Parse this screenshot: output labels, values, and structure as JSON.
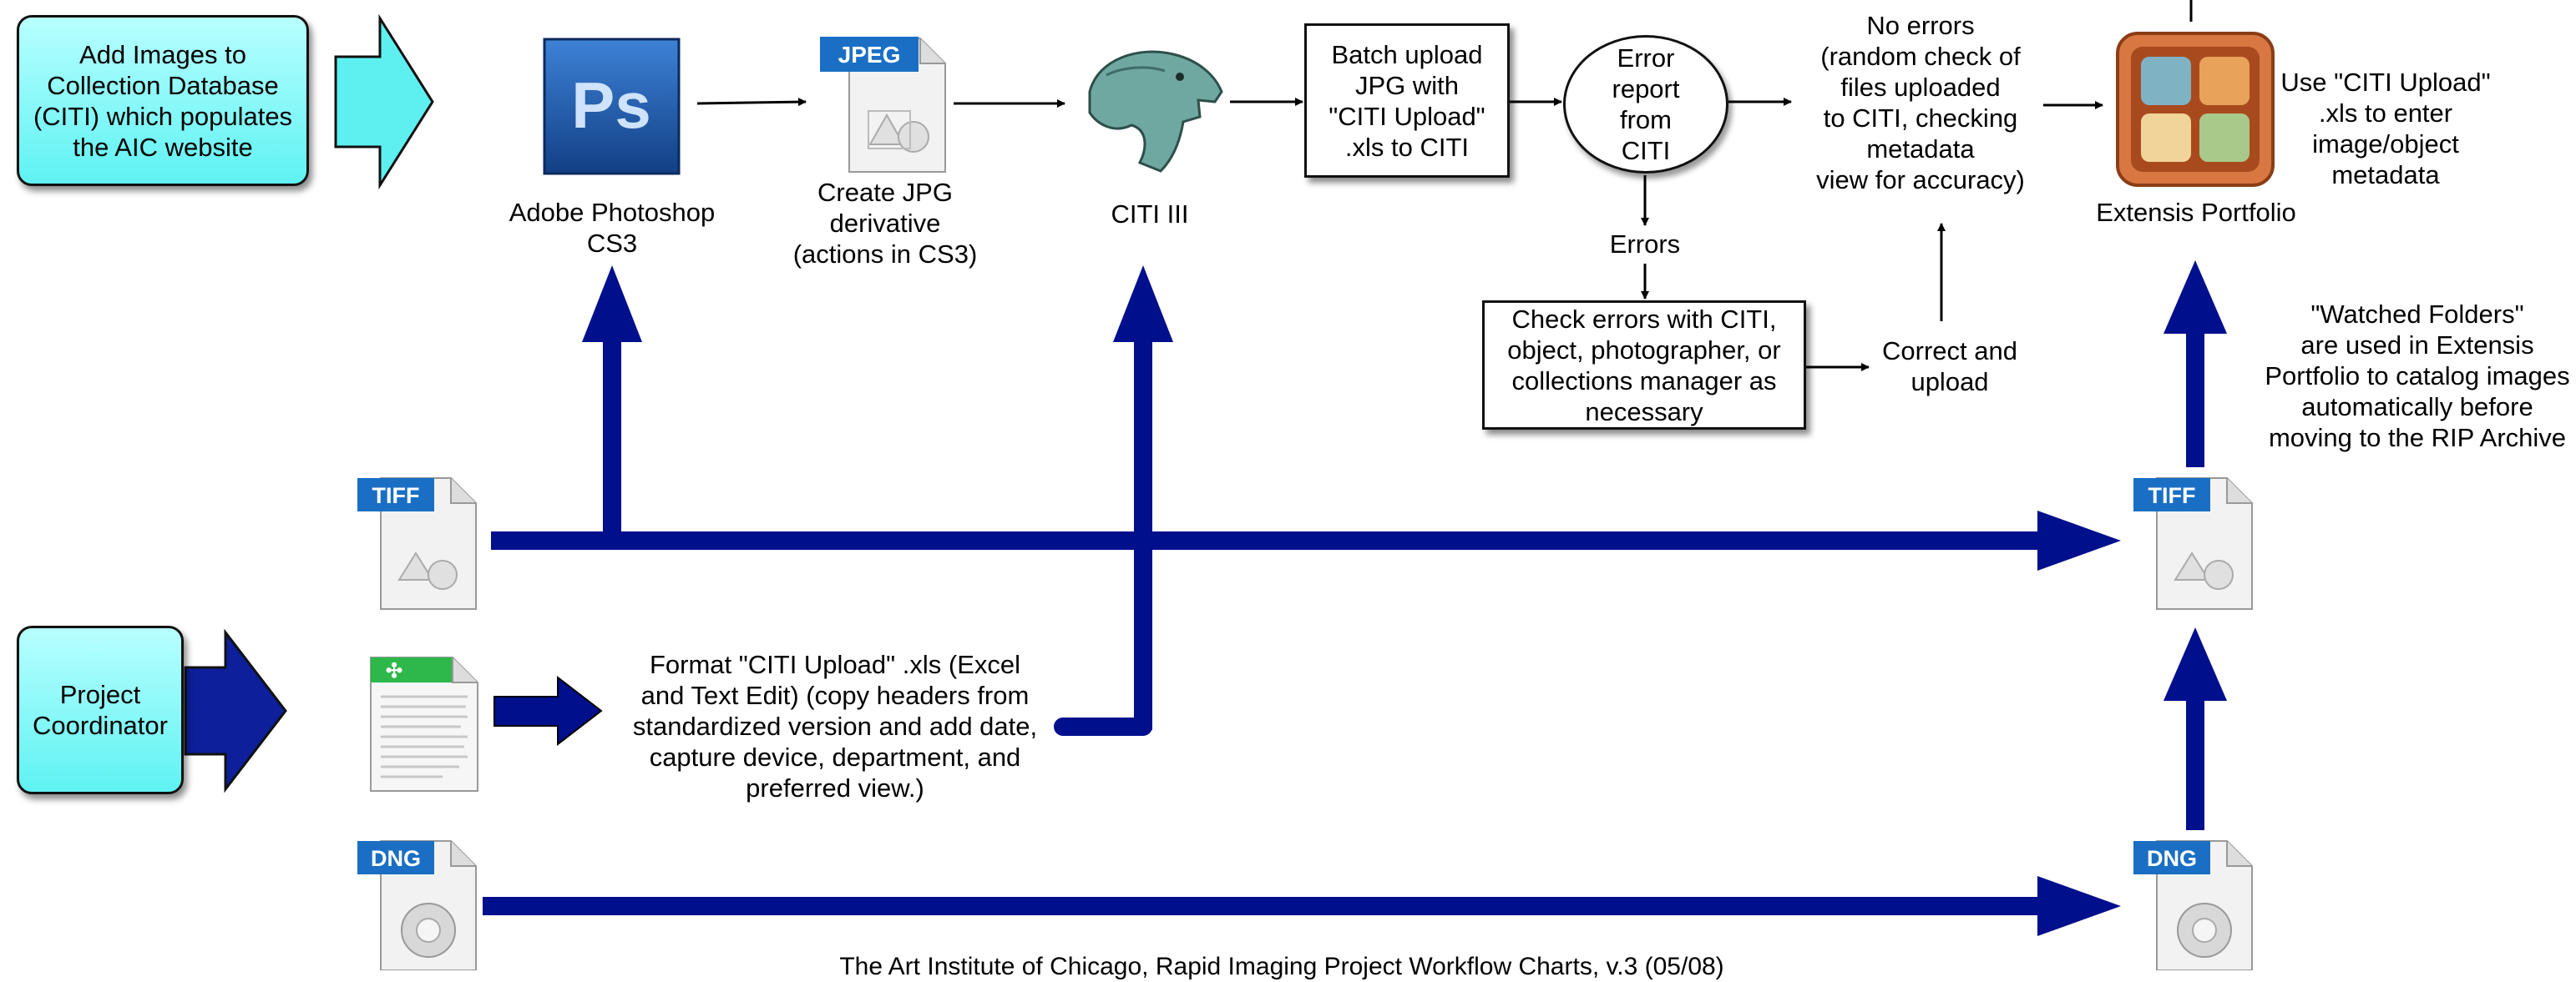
{
  "boxes": {
    "add_images": "Add Images to\nCollection Database\n(CITI) which populates\nthe AIC website",
    "project_coordinator": "Project\nCoordinator",
    "batch_upload": "Batch upload\nJPG with\n\"CITI Upload\"\n.xls to  CITI",
    "error_report": "Error\nreport\nfrom\nCITI",
    "check_errors": "Check errors with CITI,\nobject, photographer, or\ncollections manager as\nnecessary"
  },
  "labels": {
    "photoshop": "Adobe Photoshop\nCS3",
    "create_jpg": "Create JPG\nderivative\n(actions in CS3)",
    "citi": "CITI III",
    "no_errors": "No errors\n(random check of\nfiles uploaded\nto CITI, checking\nmetadata\nview for accuracy)",
    "extensis": "Extensis Portfolio",
    "use_citi": "Use \"CITI Upload\"\n.xls to enter\nimage/object\nmetadata",
    "errors": "Errors",
    "correct_upload": "Correct and\nupload",
    "watched_folders": "\"Watched Folders\"\nare used in Extensis\nPortfolio to catalog images\nautomatically before\nmoving to the RIP Archive",
    "format_citi": "Format \"CITI Upload\" .xls (Excel\nand Text Edit) (copy headers from\nstandardized version and add date,\ncapture device, department, and\npreferred view.)",
    "footer": "The Art Institute of Chicago, Rapid Imaging Project Workflow Charts, v.3 (05/08)"
  },
  "icons": {
    "ps_letters": "Ps",
    "jpeg_tag": "JPEG",
    "tiff_tag": "TIFF",
    "dng_tag": "DNG"
  },
  "colors": {
    "flow_blue": "#000f8c",
    "cyan_box": "#7ff7f7",
    "ps_blue": "#1d5aa8",
    "file_tag": "#1a6fc4"
  }
}
